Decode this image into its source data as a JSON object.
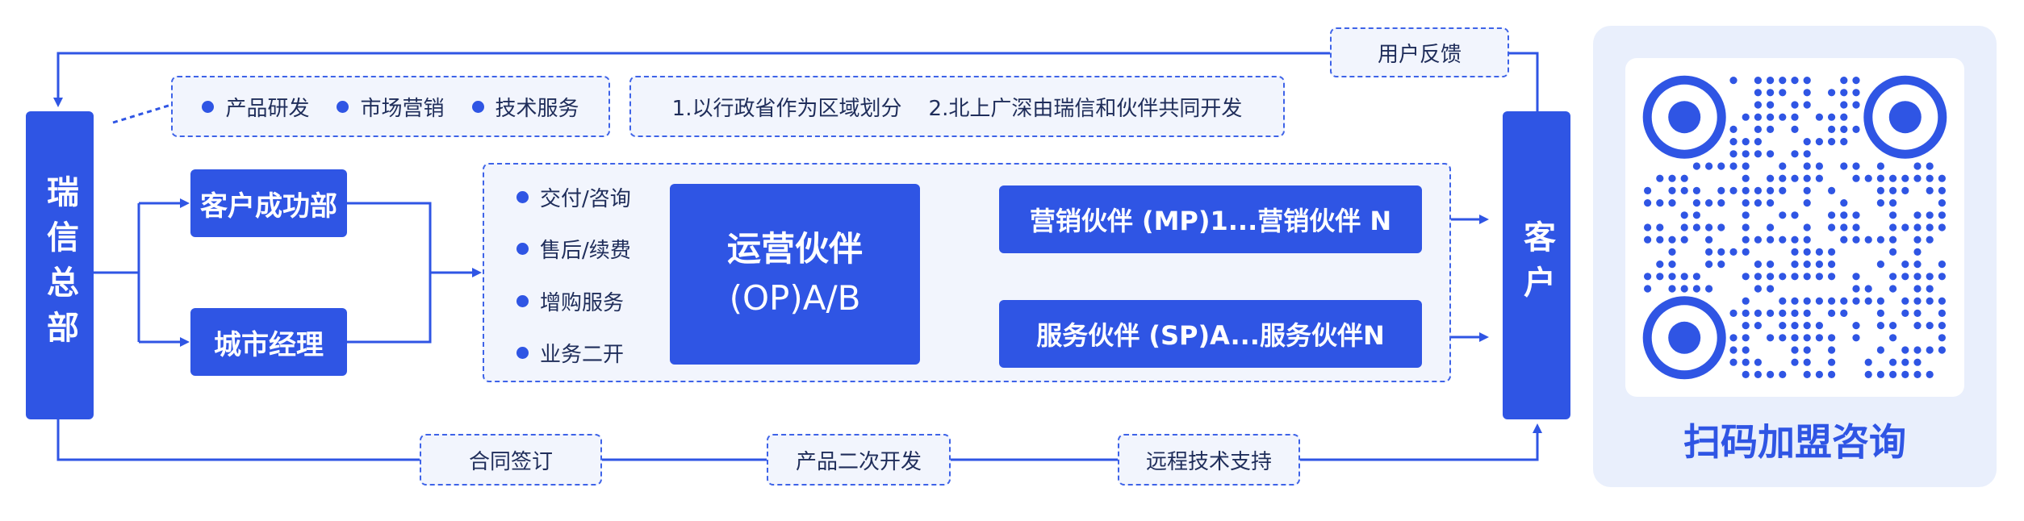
{
  "left_node": {
    "label": "瑞信总部"
  },
  "right_node": {
    "label": "客户"
  },
  "top_bullets": [
    "产品研发",
    "市场营销",
    "技术服务"
  ],
  "top_note": "1.以行政省作为区域划分    2.北上广深由瑞信和伙伴共同开发",
  "feedback_label": "用户反馈",
  "branches": {
    "customer_success": "客户成功部",
    "city_manager": "城市经理"
  },
  "service_list": [
    "交付/咨询",
    "售后/续费",
    "增购服务",
    "业务二开"
  ],
  "operator": {
    "line1": "运营伙伴",
    "line2": "(OP)A/B"
  },
  "marketing_partner": "营销伙伴 (MP)1...营销伙伴 N",
  "service_partner": "服务伙伴 (SP)A...服务伙伴N",
  "bottom_flow": [
    "合同签订",
    "产品二次开发",
    "远程技术支持"
  ],
  "qr": {
    "caption": "扫码加盟咨询"
  },
  "colors": {
    "primary": "#2f55e4",
    "panel": "#e9effc",
    "dashed_bg": "#f2f5fd"
  }
}
